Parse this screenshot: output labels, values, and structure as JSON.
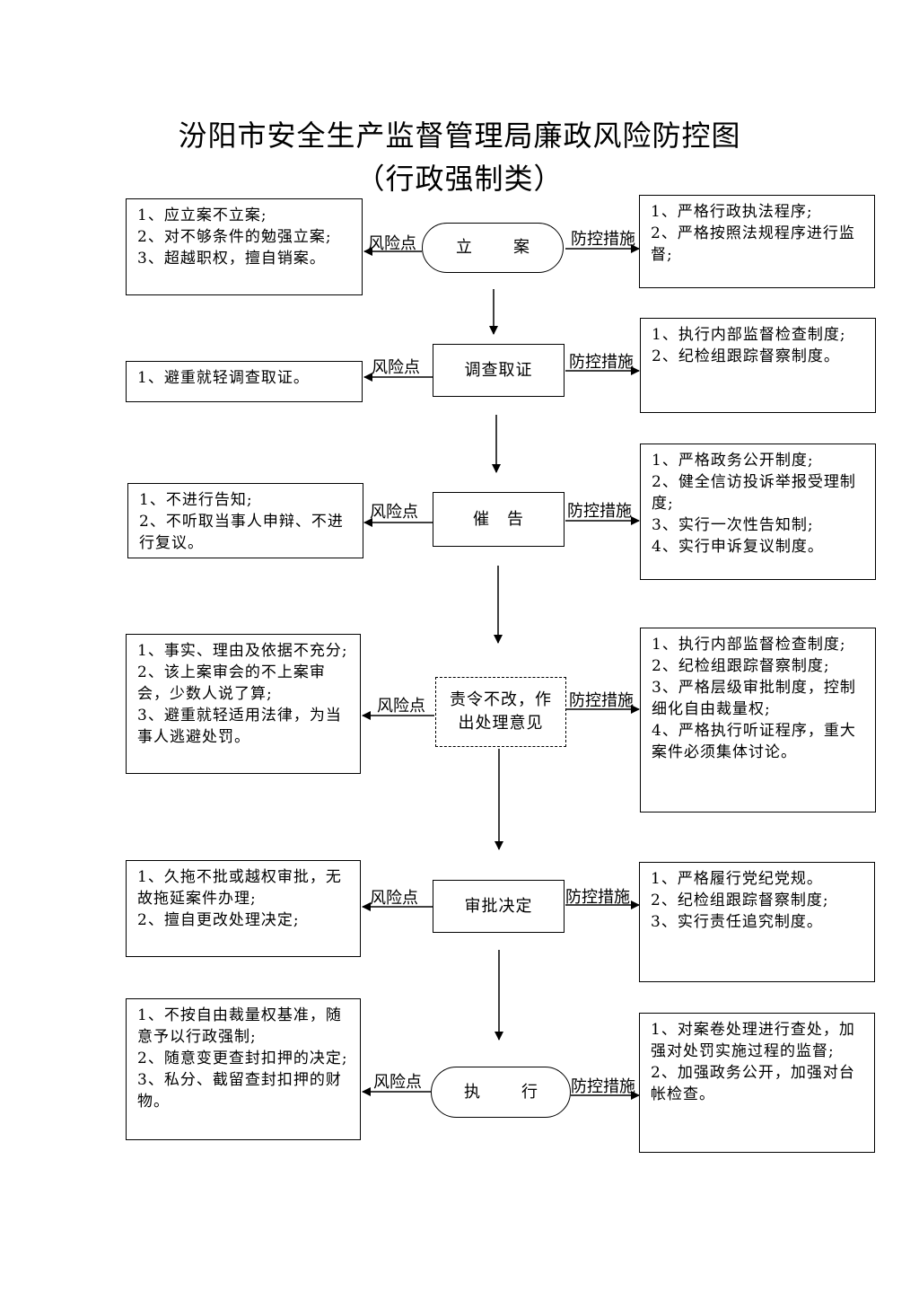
{
  "title": "汾阳市安全生产监督管理局廉政风险防控图",
  "subtitle": "（行政强制类）",
  "risk_label": "风险点",
  "measure_label": "防控措施",
  "steps": [
    {
      "name": "立　案",
      "risks": [
        "1、应立案不立案;",
        "2、对不够条件的勉强立案;",
        "3、超越职权，擅自销案。"
      ],
      "measures": [
        "1、严格行政执法程序;",
        "2、严格按照法规程序进行监督;"
      ]
    },
    {
      "name": "调查取证",
      "risks": [
        "1、避重就轻调查取证。"
      ],
      "measures": [
        "1、执行内部监督检查制度;",
        "2、纪检组跟踪督察制度。"
      ]
    },
    {
      "name": "催　告",
      "risks": [
        "1、不进行告知;",
        "2、不听取当事人申辩、不进行复议。"
      ],
      "measures": [
        "1、严格政务公开制度;",
        "2、健全信访投诉举报受理制度;",
        "3、实行一次性告知制;",
        "4、实行申诉复议制度。"
      ]
    },
    {
      "name": "责令不改，作出处理意见",
      "risks": [
        "1、事实、理由及依据不充分;",
        "2、该上案审会的不上案审会，少数人说了算;",
        "3、避重就轻适用法律，为当事人逃避处罚。"
      ],
      "measures": [
        "1、执行内部监督检查制度;",
        "2、纪检组跟踪督察制度;",
        "3、严格层级审批制度，控制细化自由裁量权;",
        "4、严格执行听证程序，重大案件必须集体讨论。"
      ]
    },
    {
      "name": "审批决定",
      "risks": [
        "1、久拖不批或越权审批，无故拖延案件办理;",
        "2、擅自更改处理决定;"
      ],
      "measures": [
        "1、严格履行党纪党规。",
        "2、纪检组跟踪督察制度;",
        "3、实行责任追究制度。"
      ]
    },
    {
      "name": "执　行",
      "risks": [
        "1、不按自由裁量权基准，随意予以行政强制;",
        "2、随意变更查封扣押的决定;",
        "3、私分、截留查封扣押的财物。"
      ],
      "measures": [
        "1、对案卷处理进行查处，加强对处罚实施过程的监督;",
        "2、加强政务公开，加强对台帐检查。"
      ]
    }
  ]
}
